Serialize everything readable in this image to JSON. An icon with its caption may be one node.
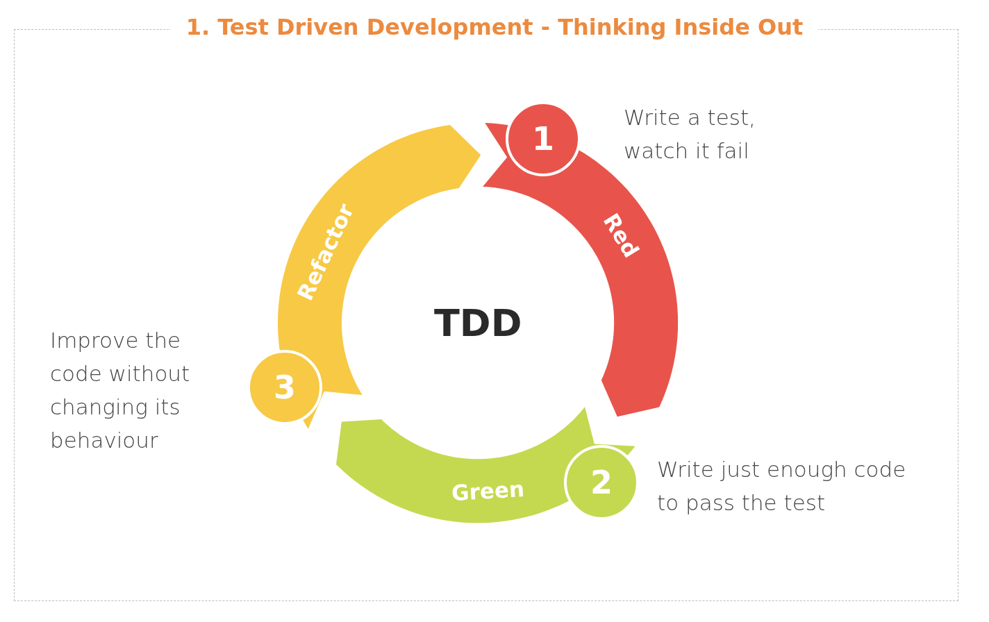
{
  "diagram": {
    "title": "1. Test Driven Development - Thinking Inside Out",
    "nodes": [
      {
        "text": [
          "Red"
        ]
      },
      {
        "text": [
          "Green"
        ]
      },
      {
        "text": [
          "Refactor"
        ]
      },
      {
        "text": [
          "1"
        ]
      },
      {
        "text": [
          "2"
        ],
        "beside": [
          "Write just enough code to pass the test"
        ]
      },
      {
        "text": [
          "3"
        ],
        "beside": [
          "Improve the code without changing its behaviour"
        ]
      }
    ],
    "labels": [
      "Write a test, watch it fail",
      "TDD"
    ]
  }
}
